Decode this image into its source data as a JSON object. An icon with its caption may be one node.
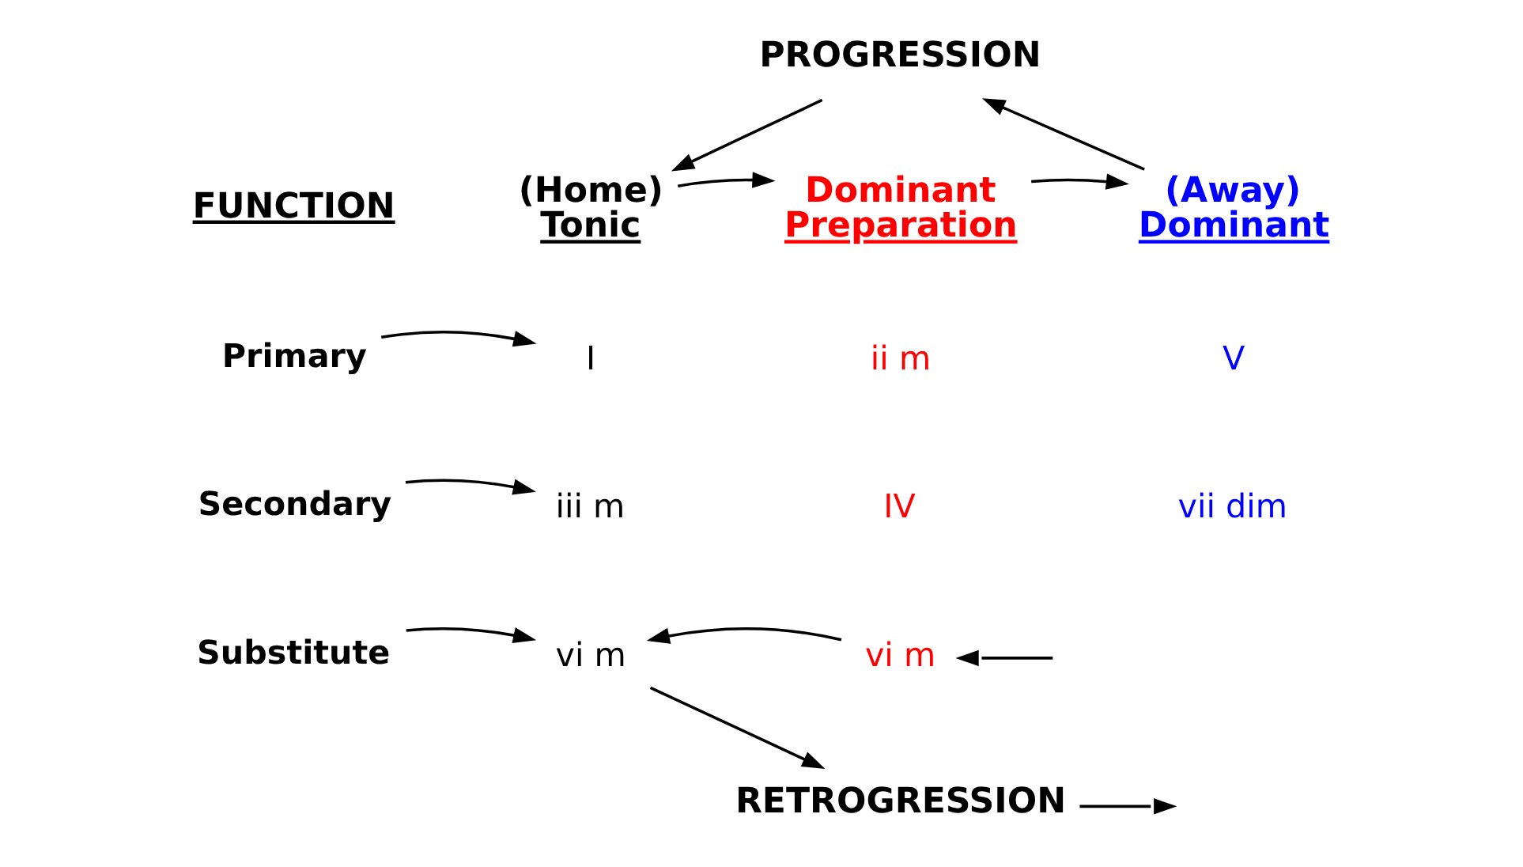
{
  "diagram": {
    "nodes": [
      {
        "text": [
          "PROGRESSION"
        ]
      },
      {
        "text": [
          "(Home)",
          "Tonic"
        ]
      },
      {
        "text": [
          "Dominant",
          "Preparation"
        ]
      },
      {
        "text": [
          "(Away)",
          "Dominant"
        ]
      },
      {
        "text": [
          "FUNCTION"
        ]
      },
      {
        "text": [
          "Primary"
        ]
      },
      {
        "text": [
          "I"
        ]
      },
      {
        "text": [
          "ii m"
        ]
      },
      {
        "text": [
          "V"
        ]
      },
      {
        "text": [
          "Secondary"
        ]
      },
      {
        "text": [
          "iii m"
        ]
      },
      {
        "text": [
          "IV"
        ]
      },
      {
        "text": [
          "vii dim"
        ]
      },
      {
        "text": [
          "Substitute"
        ]
      },
      {
        "text": [
          "vi m"
        ]
      },
      {
        "text": [
          "vi m"
        ]
      },
      {
        "text": [
          "RETROGRESSION"
        ]
      }
    ],
    "edges": [
      {
        "from": 0,
        "to": 1,
        "arrow": "to"
      },
      {
        "from": 3,
        "to": 0,
        "arrow": "to"
      },
      {
        "from": 1,
        "to": 2,
        "arrow": "to"
      },
      {
        "from": 2,
        "to": 3,
        "arrow": "to"
      },
      {
        "from": 5,
        "to": 6,
        "arrow": "to"
      },
      {
        "from": 9,
        "to": 10,
        "arrow": "to"
      },
      {
        "from": 13,
        "to": 14,
        "arrow": "to"
      },
      {
        "from": 14,
        "to": 16,
        "arrow": "to"
      },
      {
        "from": 16,
        "to": null,
        "arrow": "to"
      },
      {
        "from": null,
        "to": 15,
        "arrow": "to"
      },
      {
        "from": 15,
        "to": 14,
        "arrow": "to"
      }
    ]
  }
}
